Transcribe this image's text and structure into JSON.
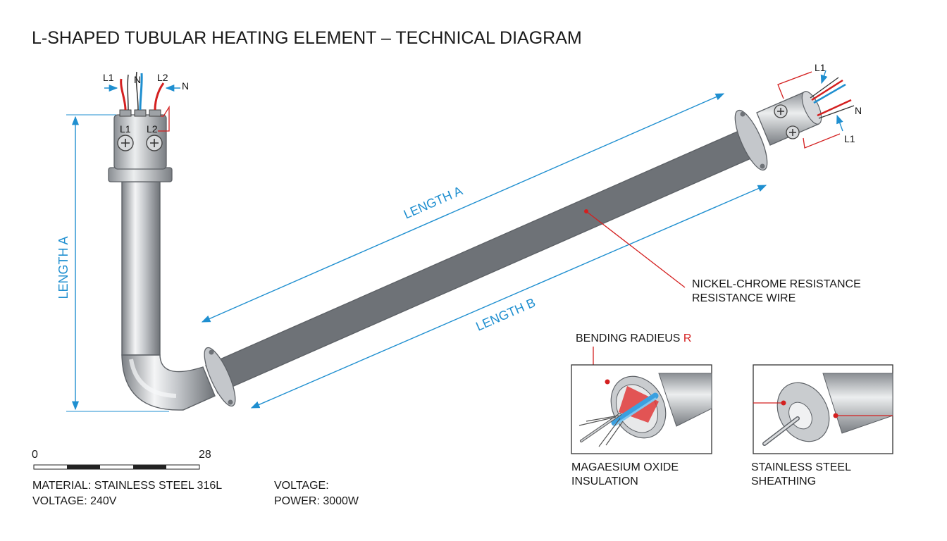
{
  "title": "L-SHAPED TUBULAR HEATING ELEMENT – TECHNICAL DIAGRAM",
  "dimensions": {
    "vertical_length": "LENGTH A",
    "length_a": "LENGTH A",
    "length_b": "LENGTH B"
  },
  "terminals_left": {
    "wire_l1": "L1",
    "wire_n": "N",
    "wire_l2": "L2",
    "wire_n_arrow": "N",
    "post_l1": "L1",
    "post_l2": "L2"
  },
  "terminals_right": {
    "top": "L1",
    "mid": "N",
    "bottom": "L1"
  },
  "callouts": {
    "resistance_line1": "NICKEL-CHROME RESISTANCE",
    "resistance_line2": "RESISTANCE WIRE",
    "bending_text": "BENDING RADIEUS ",
    "bending_symbol": "R"
  },
  "details": {
    "insulation_line1": "MAGAESIUM OXIDE",
    "insulation_line2": "INSULATION",
    "sheathing_line1": "STAINLESS STEEL",
    "sheathing_line2": "SHEATHING"
  },
  "scale": {
    "start": "0",
    "end": "28"
  },
  "specs": {
    "material": "MATERIAL: STAINLESS STEEL 316L",
    "voltage_left": "VOLTAGE: 240V",
    "voltage_right": "VOLTAGE:",
    "power": "POWER: 3000W"
  },
  "colors": {
    "dimension": "#1f8fd0",
    "callout": "#d42020",
    "steel": "#b7bbc0"
  }
}
